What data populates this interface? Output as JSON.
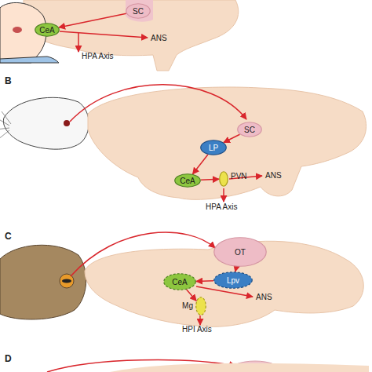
{
  "diagram": {
    "nodes": [
      {
        "text": [
          "CeA"
        ]
      },
      {
        "text": [
          "SC"
        ]
      },
      {
        "text": [
          "SC"
        ]
      },
      {
        "text": [
          "LP"
        ]
      },
      {
        "text": [
          "CeA"
        ]
      },
      {
        "text": [
          "PVN"
        ]
      },
      {
        "text": [
          "OT"
        ]
      },
      {
        "text": [
          "Lpv"
        ]
      },
      {
        "text": [
          "CeA"
        ]
      },
      {
        "text": [
          "Mg"
        ]
      }
    ],
    "edges": [
      {
        "from": 1,
        "to": 0,
        "arrow": "to"
      },
      {
        "from": 2,
        "to": 3,
        "arrow": "to"
      },
      {
        "from": 3,
        "to": 4,
        "arrow": "to"
      },
      {
        "from": 4,
        "to": 5,
        "arrow": "to"
      },
      {
        "from": 6,
        "to": 7,
        "arrow": "to"
      },
      {
        "from": 7,
        "to": 8,
        "arrow": "to"
      },
      {
        "from": 8,
        "to": 9,
        "arrow": "to"
      }
    ],
    "labels": [
      "B",
      "C",
      "D",
      "ANS",
      "HPA Axis",
      "ANS",
      "HPA Axis",
      "ANS",
      "HPI Axis"
    ]
  }
}
